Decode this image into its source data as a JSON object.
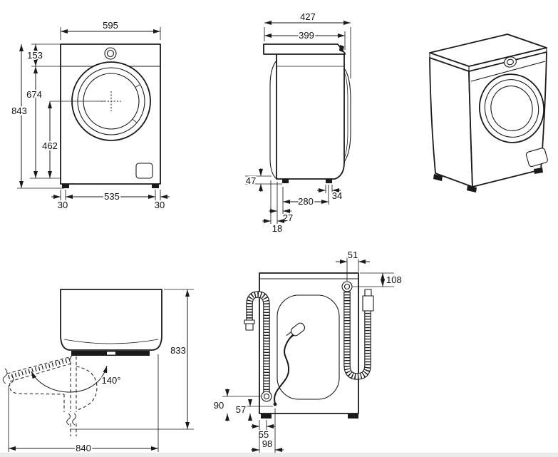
{
  "diagram": {
    "subject": "washing-machine-dimension-drawing",
    "unit": "mm",
    "colors": {
      "line": "#1a1a1a",
      "background": "#ffffff",
      "footer_strip": "#ebebeb"
    },
    "views": {
      "front": {
        "width": "595",
        "panel_height": "153",
        "body_height_below_panel": "674",
        "total_height": "843",
        "door_center_height": "462",
        "feet_span": "535",
        "foot_inset_left": "30",
        "foot_inset_right": "30"
      },
      "side": {
        "total_depth": "427",
        "top_depth": "399",
        "base_recess_height": "47",
        "rear_gap": "18",
        "rear_foot_offset": "27",
        "feet_span": "280",
        "foot_width": "34"
      },
      "top": {
        "door_opening_angle": "140°",
        "depth_door_open": "833",
        "width_door_open": "840"
      },
      "rear": {
        "drain_hose_offset": "51",
        "drain_hose_drop": "108",
        "inlet_hose_height": "90",
        "cord_height": "57",
        "inlet_hose_offset": "55",
        "cord_offset": "98"
      }
    }
  }
}
